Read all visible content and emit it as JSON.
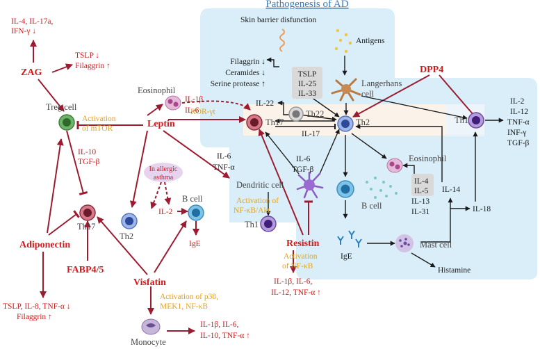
{
  "title": "Pathogenesis of AD",
  "colors": {
    "red": "#d7191c",
    "dark_red": "#9b1b30",
    "orange": "#e8a317",
    "blue_region": "#d9eef8",
    "gray_box": "#d9d9d9"
  },
  "zag": {
    "name": "ZAG",
    "up_effect": [
      "IL-4, IL-17a,",
      "IFN-γ ↓"
    ],
    "right_effect": [
      "TSLP ↓",
      "Filaggrin ↑"
    ]
  },
  "skin": {
    "barrier": "Skin barrier disfunction",
    "antigens": "Antigens",
    "barrier_effects": [
      "Filaggrin ↓",
      "Ceramides ↓",
      "Serine protease ↑"
    ],
    "cytokines": [
      "TSLP",
      "IL-25",
      "IL-33"
    ],
    "langerhans": [
      "Langerhans",
      "cell"
    ],
    "il22": "IL-22",
    "th22": "Th22"
  },
  "dpp4": "DPP4",
  "th1_right": {
    "name": "Th1",
    "cytokines": [
      "IL-2",
      "IL-12",
      "TNF-α",
      "INF-γ",
      "TGF-β"
    ]
  },
  "treg": {
    "name": "Treg cell",
    "activation": [
      "Activation",
      "of mTOR"
    ],
    "il10": [
      "IL-10",
      "TGF-β"
    ]
  },
  "leptin": {
    "name": "Leptin",
    "ror": "ROR-γt",
    "asthma": [
      "In allergic",
      "asthma"
    ]
  },
  "eosinophil_left": {
    "name": "Eosinophil",
    "cytokines": [
      "IL-1β",
      "IL-6"
    ]
  },
  "th17_left": "Th17",
  "th17_mid": "Th17",
  "il17": "IL-17",
  "th2_mid": "Th2",
  "dendritic": {
    "name": "Dendritic cell",
    "left_cyto": [
      "IL-6",
      "TNF-α"
    ],
    "right_cyto": [
      "IL-6",
      "TGF-β"
    ],
    "activation": [
      "Activation of",
      "NF-κB/Akt"
    ],
    "th1": "Th1"
  },
  "eosinophil_right": "Eosinophil",
  "th2_cytokines": [
    "IL-4",
    "IL-5",
    "IL-13",
    "IL-31"
  ],
  "bcell_right": "B cell",
  "il14": "IL-14",
  "il18": "IL-18",
  "ige_right": "IgE",
  "mast_cell": "Mast cell",
  "histamine": "Histamine",
  "resistin": {
    "name": "Resistin",
    "activation": [
      "Activation",
      "of NF-κB"
    ],
    "effects": [
      "IL-1β, IL-6,",
      "IL-12, TNF-α ↑"
    ]
  },
  "adiponectin": {
    "name": "Adiponectin",
    "effects": [
      "TSLP, IL-8, TNF-α ↓",
      "Filaggrin ↑"
    ]
  },
  "fabp": "FABP4/5",
  "th2_left": "Th2",
  "il2": "IL-2",
  "bcell_left": "B cell",
  "ige_left": "IgE",
  "visfatin": {
    "name": "Visfatin",
    "activation": [
      "Activation of p38,",
      "MEK1, NF-κB"
    ]
  },
  "monocyte": {
    "name": "Monocyte",
    "effects": [
      "IL-1β, IL-6,",
      "IL-10, TNF-α ↑"
    ]
  }
}
